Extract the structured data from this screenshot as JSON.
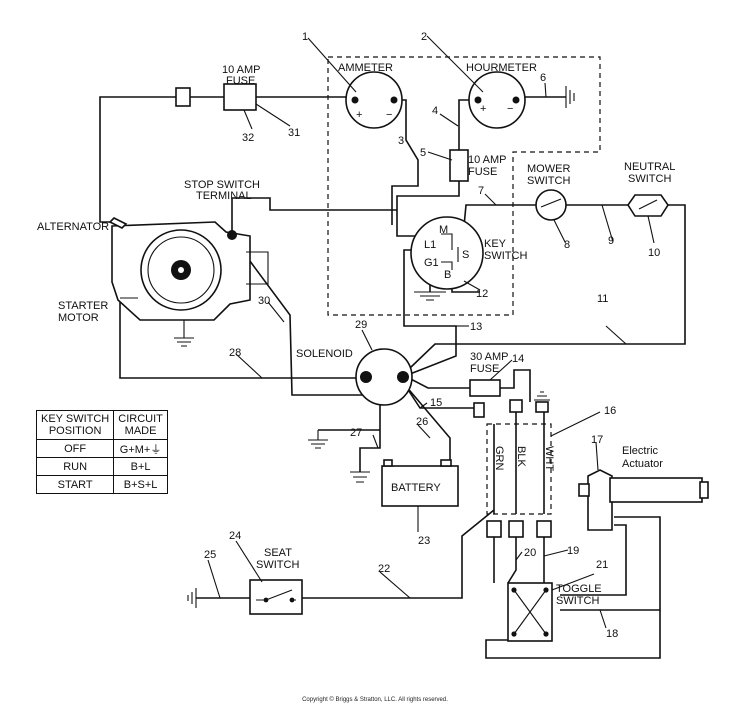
{
  "labels": {
    "ammeter": "AMMETER",
    "hourmeter": "HOURMETER",
    "fuse10_a_line1": "10 AMP",
    "fuse10_a_line2": "FUSE",
    "fuse10_b_line1": "10 AMP",
    "fuse10_b_line2": "FUSE",
    "stop_switch_line1": "STOP SWITCH",
    "stop_switch_line2": "TERMINAL",
    "alternator": "ALTERNATOR",
    "starter_line1": "STARTER",
    "starter_line2": "MOTOR",
    "mower_line1": "MOWER",
    "mower_line2": "SWITCH",
    "neutral_line1": "NEUTRAL",
    "neutral_line2": "SWITCH",
    "key_line1": "KEY",
    "key_line2": "SWITCH",
    "solenoid": "SOLENOID",
    "fuse30_line1": "30 AMP",
    "fuse30_line2": "FUSE",
    "electric_line1": "Electric",
    "electric_line2": "Actuator",
    "battery": "BATTERY",
    "seat_line1": "SEAT",
    "seat_line2": "SWITCH",
    "toggle_line1": "TOGGLE",
    "toggle_line2": "SWITCH",
    "grn": "GRN",
    "blk": "BLK",
    "wht": "WHT",
    "key_m": "M",
    "key_l1": "L1",
    "key_g1": "G1",
    "key_s": "S",
    "key_b": "B",
    "plus": "+",
    "minus": "−"
  },
  "callouts": {
    "n1": "1",
    "n2": "2",
    "n3": "3",
    "n4": "4",
    "n5": "5",
    "n6": "6",
    "n7": "7",
    "n8": "8",
    "n9": "9",
    "n10": "10",
    "n11": "11",
    "n12": "12",
    "n13": "13",
    "n14": "14",
    "n15": "15",
    "n16": "16",
    "n17": "17",
    "n18": "18",
    "n19": "19",
    "n20": "20",
    "n21": "21",
    "n22": "22",
    "n23": "23",
    "n24": "24",
    "n25": "25",
    "n26": "26",
    "n27": "27",
    "n28": "28",
    "n29": "29",
    "n30": "30",
    "n31": "31",
    "n32": "32"
  },
  "table": {
    "header_col1_line1": "KEY SWITCH",
    "header_col1_line2": "POSITION",
    "header_col2_line1": "CIRCUIT",
    "header_col2_line2": "MADE",
    "rows": [
      {
        "position": "OFF",
        "circuit": "G+M+⏚"
      },
      {
        "position": "RUN",
        "circuit": "B+L"
      },
      {
        "position": "START",
        "circuit": "B+S+L"
      }
    ]
  },
  "copyright": "Copyright © Briggs & Stratton, LLC. All rights reserved."
}
